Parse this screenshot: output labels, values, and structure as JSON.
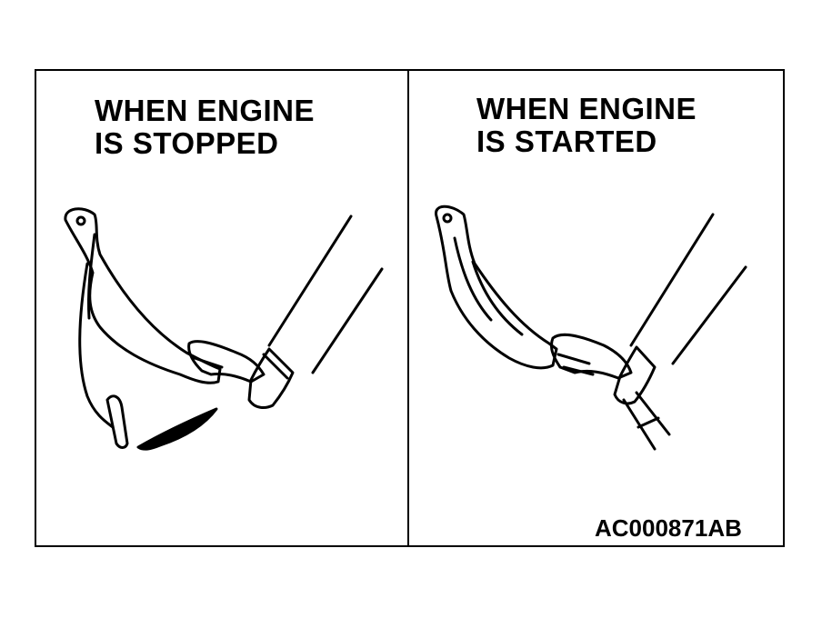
{
  "panels": [
    {
      "caption": "WHEN ENGINE\nIS STOPPED"
    },
    {
      "caption": "WHEN ENGINE\nIS STARTED"
    }
  ],
  "figure_code": "AC000871AB"
}
